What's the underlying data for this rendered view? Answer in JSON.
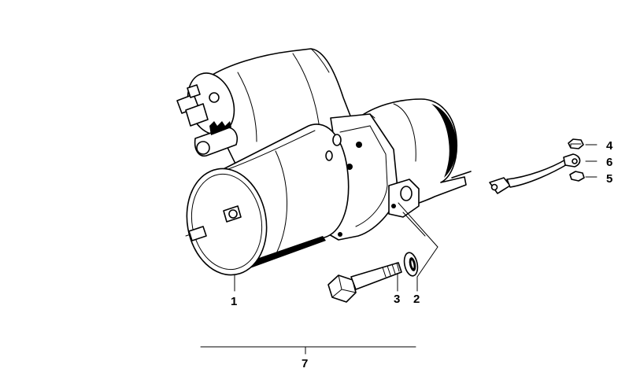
{
  "diagram": {
    "callouts": {
      "starter_motor": "1",
      "washer": "2",
      "bolt": "3",
      "hex_nut": "4",
      "lock_washer": "5",
      "ground_cable": "6",
      "assembly": "7"
    }
  }
}
